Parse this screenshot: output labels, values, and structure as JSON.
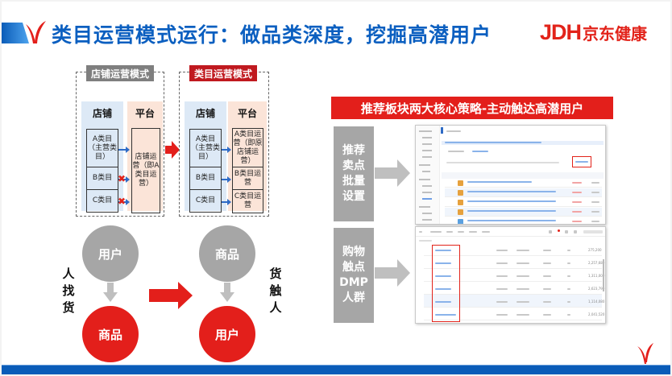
{
  "header": {
    "title": "类目运营模式运行：做品类深度，挖掘高潜用户",
    "brand_mark": "JDH",
    "brand_text": "京东健康"
  },
  "colors": {
    "brand_blue": "#0b5fc0",
    "brand_red": "#e31f1b",
    "gray": "#a6a6a6",
    "footer_blue": "#0a5cb8"
  },
  "store_mode": {
    "tag": "店铺运营模式",
    "store_col": "店铺",
    "platform_col": "平台",
    "store_cells": [
      "A类目（主营类目）",
      "B类目",
      "C类目"
    ],
    "platform_cell": "店铺运营（即A类目运营）"
  },
  "category_mode": {
    "tag": "类目运营模式",
    "store_col": "店铺",
    "platform_col": "平台",
    "store_cells": [
      "A类目（主营类目）",
      "B类目",
      "C类目"
    ],
    "platform_cells": [
      "A类目运营（即原店铺运营）",
      "B类目运营",
      "C类目运营"
    ]
  },
  "flow_left": {
    "top": "用户",
    "bottom": "商品",
    "label": [
      "人",
      "找",
      "货"
    ]
  },
  "flow_right": {
    "top": "商品",
    "bottom": "用户",
    "label": [
      "货",
      "触",
      "人"
    ]
  },
  "strategy": {
    "banner": "推荐板块两大核心策略-主动触达高潜用户",
    "items": [
      {
        "label": [
          "推荐",
          "卖点",
          "批量",
          "设置"
        ]
      },
      {
        "label": [
          "购物",
          "触点",
          "DMP",
          "人群"
        ]
      }
    ]
  },
  "dmp_counts": [
    "275,200",
    "2,257,680",
    "1,311,000",
    "2,623,790",
    "1,114,080",
    "2,041,520"
  ]
}
